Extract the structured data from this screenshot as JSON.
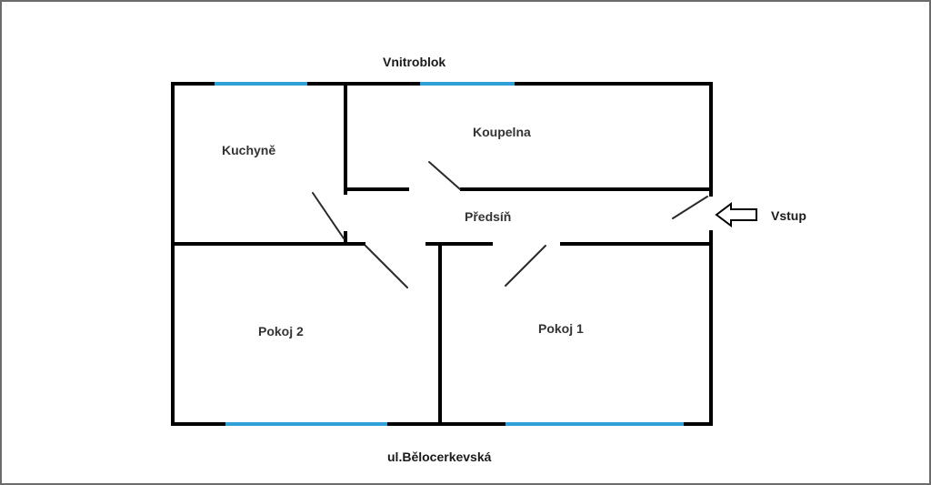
{
  "colors": {
    "wall": "#000000",
    "window": "#2f9fd8",
    "frame": "#6b6b6b",
    "text": "#1a1a1a"
  },
  "labels": {
    "top_street": "Vnitroblok",
    "bottom_street": "ul.Bělocerkevská",
    "entrance": "Vstup"
  },
  "rooms": {
    "kitchen": "Kuchyně",
    "bathroom": "Koupelna",
    "hall": "Předsíň",
    "room2": "Pokoj 2",
    "room1": "Pokoj 1"
  },
  "icons": {
    "entrance_arrow": "arrow-left-outline-icon"
  }
}
